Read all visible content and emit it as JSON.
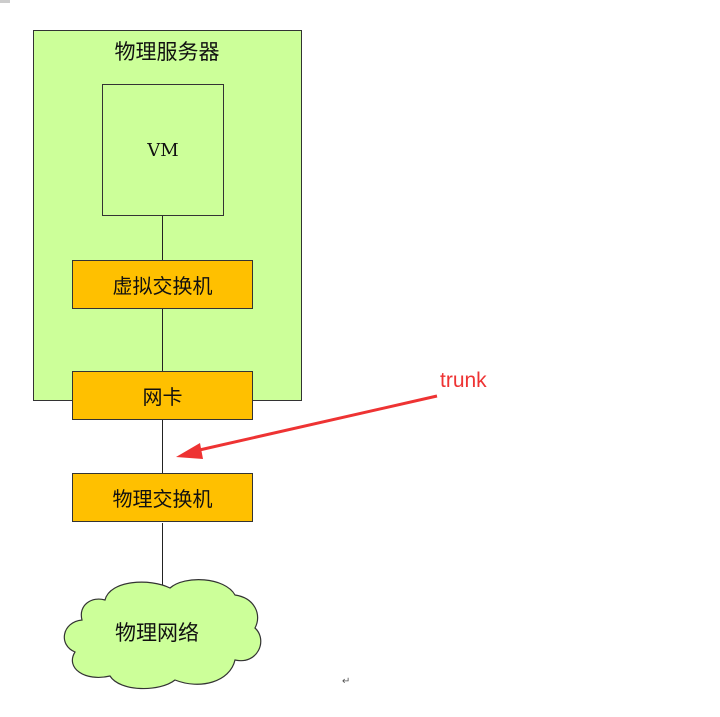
{
  "server": {
    "title": "物理服务器"
  },
  "vm": {
    "label": "VM"
  },
  "virtual_switch": {
    "label": "虚拟交换机"
  },
  "nic": {
    "label": "网卡"
  },
  "physical_switch": {
    "label": "物理交换机"
  },
  "network": {
    "label": "物理网络"
  },
  "annotation": {
    "label": "trunk",
    "color": "#ee3333"
  },
  "colors": {
    "server_fill": "#ccff99",
    "component_fill": "#ffc000"
  },
  "paragraph_mark": "↵"
}
